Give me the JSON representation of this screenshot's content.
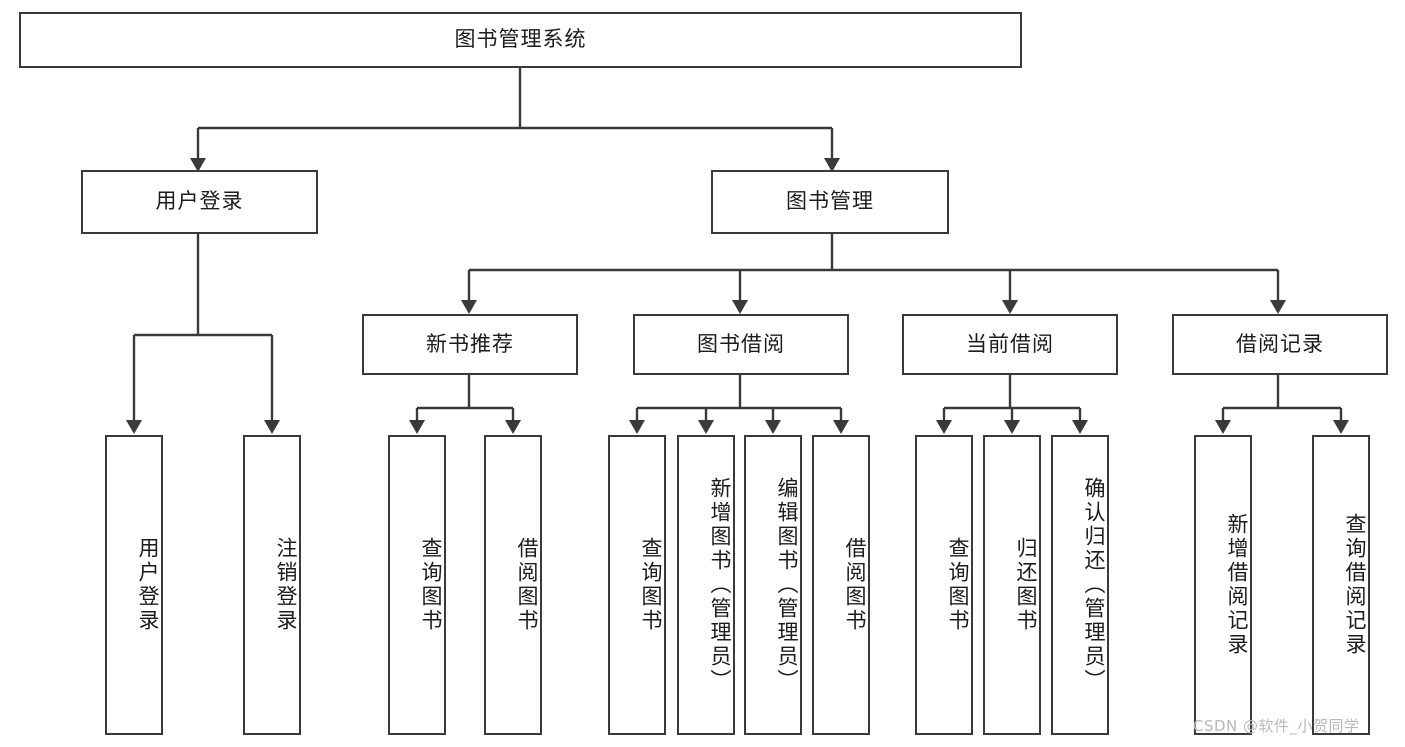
{
  "diagram": {
    "title": "图书管理系统",
    "type": "tree",
    "watermark": "CSDN @软件_小贺同学",
    "line_color": "#3a3a3a",
    "box_fill": "#ffffff",
    "text_color": "#1c1c1c",
    "watermark_color": "#b9b9b9"
  },
  "nodes": {
    "root": {
      "label": "图书管理系统",
      "orientation": "horizontal"
    },
    "level2": [
      {
        "label": "用户登录",
        "orientation": "horizontal"
      },
      {
        "label": "图书管理",
        "orientation": "horizontal"
      }
    ],
    "level3": [
      {
        "label": "新书推荐",
        "orientation": "horizontal"
      },
      {
        "label": "图书借阅",
        "orientation": "horizontal"
      },
      {
        "label": "当前借阅",
        "orientation": "horizontal"
      },
      {
        "label": "借阅记录",
        "orientation": "horizontal"
      }
    ],
    "leaves": {
      "user_login": [
        {
          "label": "用户登录",
          "orientation": "vertical"
        },
        {
          "label": "注销登录",
          "orientation": "vertical"
        }
      ],
      "new_book_recommend": [
        {
          "label": "查询图书",
          "orientation": "vertical"
        },
        {
          "label": "借阅图书",
          "orientation": "vertical"
        }
      ],
      "book_borrow": [
        {
          "label": "查询图书",
          "orientation": "vertical"
        },
        {
          "label": "新增图书（管理员）",
          "orientation": "vertical"
        },
        {
          "label": "编辑图书（管理员）",
          "orientation": "vertical"
        },
        {
          "label": "借阅图书",
          "orientation": "vertical"
        }
      ],
      "current_borrow": [
        {
          "label": "查询图书",
          "orientation": "vertical"
        },
        {
          "label": "归还图书",
          "orientation": "vertical"
        },
        {
          "label": "确认归还（管理员）",
          "orientation": "vertical"
        }
      ],
      "borrow_record": [
        {
          "label": "新增借阅记录",
          "orientation": "vertical"
        },
        {
          "label": "查询借阅记录",
          "orientation": "vertical"
        }
      ]
    }
  }
}
